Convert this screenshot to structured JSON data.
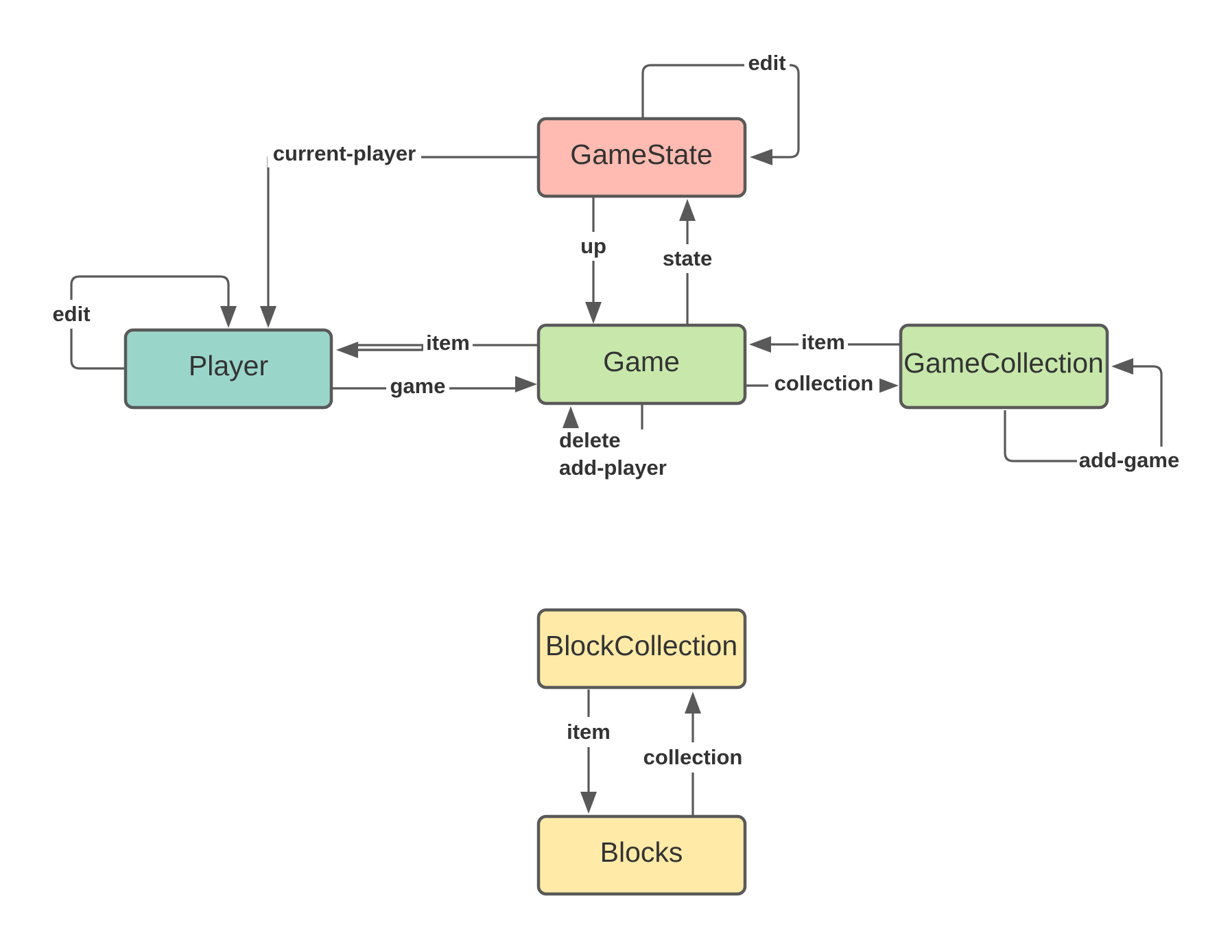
{
  "colors": {
    "gamestate": "#ffbbb1",
    "player": "#9ad5ca",
    "game": "#c7e7ab",
    "gamecollection": "#c7e7ab",
    "blockcollection": "#ffeaa8",
    "blocks": "#ffeaa8"
  },
  "nodes": {
    "gamestate": "GameState",
    "player": "Player",
    "game": "Game",
    "gamecollection": "GameCollection",
    "blockcollection": "BlockCollection",
    "blocks": "Blocks"
  },
  "edges": {
    "gamestate_edit": "edit",
    "current_player": "current-player",
    "up": "up",
    "state": "state",
    "player_edit": "edit",
    "game_to_player_item": "item",
    "player_to_game": "game",
    "gamecollection_to_game_item": "item",
    "game_to_gamecollection": "collection",
    "delete": "delete",
    "add_player": "add-player",
    "add_game": "add-game",
    "block_item": "item",
    "block_collection": "collection"
  }
}
